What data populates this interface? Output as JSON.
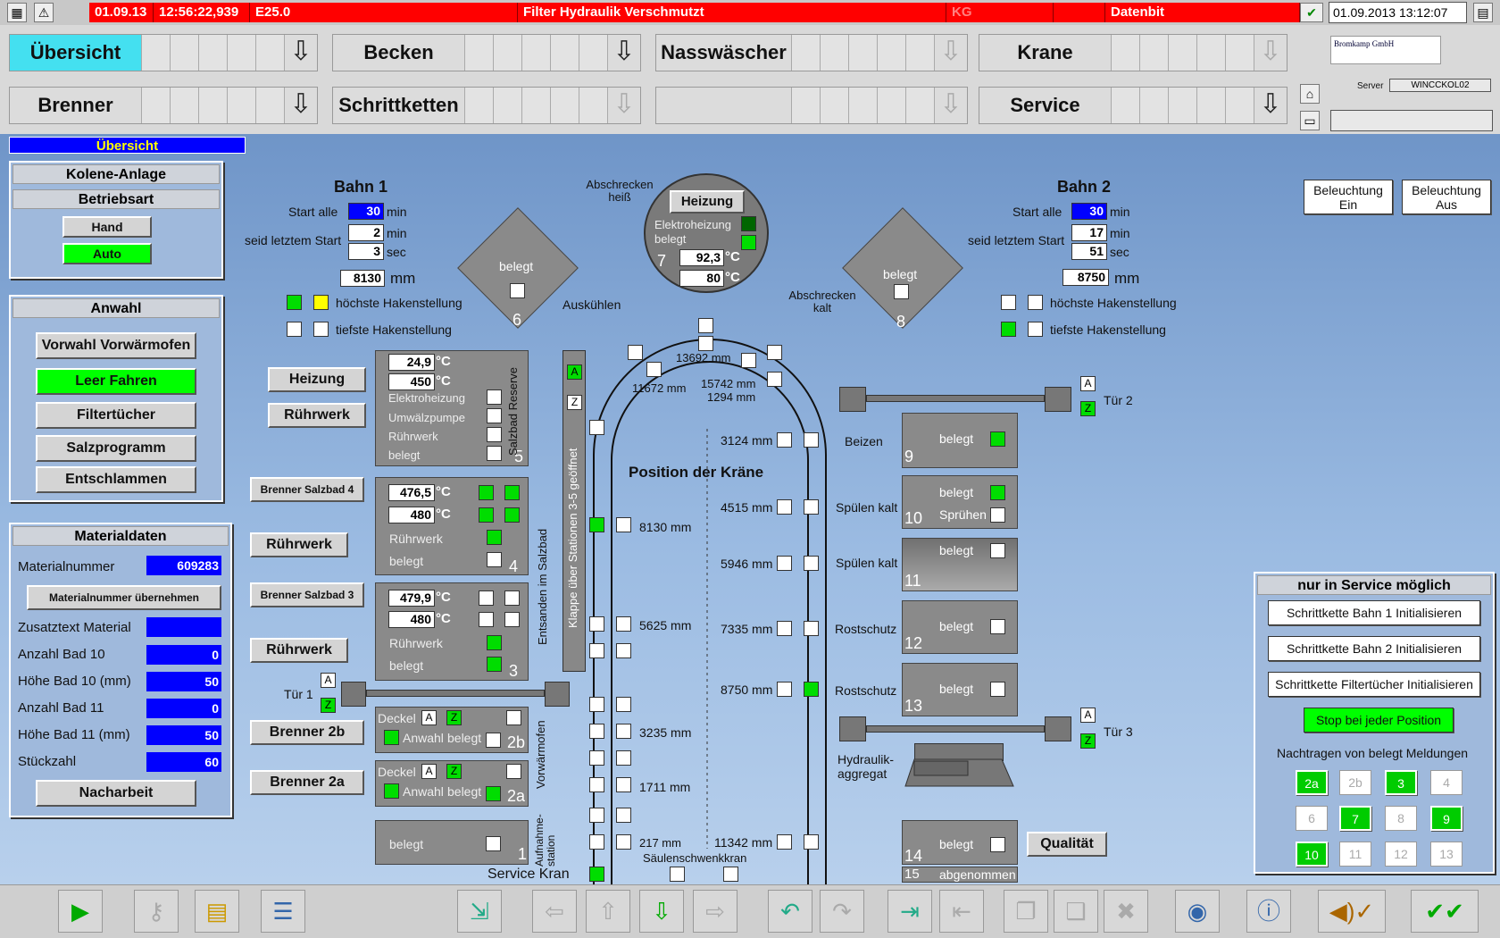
{
  "alarm": {
    "date": "01.09.13",
    "time": "12:56:22,939",
    "code": "E25.0",
    "message": "Filter Hydraulik Verschmutzt",
    "kg": "KG",
    "datenbit": "Datenbit"
  },
  "clock": "01.09.2013 13:12:07",
  "nav": {
    "row1": [
      {
        "label": "Übersicht",
        "active": true
      },
      {
        "label": "Becken"
      },
      {
        "label": "Nasswäscher"
      },
      {
        "label": "Krane"
      }
    ],
    "row2": [
      {
        "label": "Brenner"
      },
      {
        "label": "Schrittketten"
      },
      {
        "label": ""
      },
      {
        "label": "Service"
      }
    ]
  },
  "logo": "Bromkamp GmbH",
  "server": {
    "label": "Server",
    "value": "WINCCKOL02"
  },
  "breadcrumb": "Übersicht",
  "kolene": {
    "title": "Kolene-Anlage",
    "betriebsart": "Betriebsart",
    "hand": "Hand",
    "auto": "Auto"
  },
  "anwahl": {
    "title": "Anwahl",
    "items": [
      "Vorwahl Vorwärmofen",
      "Leer Fahren",
      "Filtertücher",
      "Salzprogramm",
      "Entschlammen"
    ]
  },
  "material": {
    "title": "Materialdaten",
    "materialnummer_label": "Materialnummer",
    "materialnummer": "609283",
    "uebernehmen": "Materialnummer übernehmen",
    "zusatz_label": "Zusatztext Material",
    "zusatz": "",
    "anzahl10_label": "Anzahl Bad 10",
    "anzahl10": "0",
    "hoehe10_label": "Höhe Bad 10 (mm)",
    "hoehe10": "50",
    "anzahl11_label": "Anzahl Bad 11",
    "anzahl11": "0",
    "hoehe11_label": "Höhe Bad 11 (mm)",
    "hoehe11": "50",
    "stueck_label": "Stückzahl",
    "stueck": "60",
    "nacharbeit": "Nacharbeit"
  },
  "bahn1": {
    "title": "Bahn 1",
    "start_alle": "Start alle",
    "start_val": "30",
    "min": "min",
    "seid": "seid letztem Start",
    "seid_min": "2",
    "seid_sec": "3",
    "sec": "sec",
    "mm_val": "8130",
    "mm": "mm",
    "hoechste": "höchste Hakenstellung",
    "tiefste": "tiefste Hakenstellung"
  },
  "bahn2": {
    "title": "Bahn 2",
    "start_alle": "Start alle",
    "start_val": "30",
    "min": "min",
    "seid": "seid letztem Start",
    "seid_min": "17",
    "seid_sec": "51",
    "sec": "sec",
    "mm_val": "8750",
    "mm": "mm",
    "hoechste": "höchste Hakenstellung",
    "tiefste": "tiefste Hakenstellung"
  },
  "beleuchtung": {
    "ein": "Beleuchtung Ein",
    "aus": "Beleuchtung Aus"
  },
  "st6": {
    "label": "belegt",
    "num": "6",
    "side": "Auskühlen"
  },
  "st8": {
    "label": "belegt",
    "num": "8",
    "side": "Abschrecken kalt"
  },
  "st7": {
    "title": "Abschrecken heiß",
    "heizung": "Heizung",
    "elektro": "Elektroheizung",
    "belegt": "belegt",
    "num": "7",
    "t1": "92,3",
    "t2": "80",
    "unit": "°C"
  },
  "left_btns": {
    "heizung": "Heizung",
    "ruehrwerk1": "Rührwerk",
    "brenner4": "Brenner Salzbad 4",
    "ruehrwerk2": "Rührwerk",
    "brenner3": "Brenner Salzbad 3",
    "ruehrwerk3": "Rührwerk",
    "brenner2b": "Brenner 2b",
    "brenner2a": "Brenner 2a"
  },
  "st5": {
    "t1": "24,9",
    "t2": "450",
    "unit": "°C",
    "elektro": "Elektroheizung",
    "umwaelz": "Umwälzpumpe",
    "ruehr": "Rührwerk",
    "belegt": "belegt",
    "num": "5"
  },
  "st4": {
    "t1": "476,5",
    "t2": "480",
    "unit": "°C",
    "ruehr": "Rührwerk",
    "belegt": "belegt",
    "num": "4"
  },
  "st3": {
    "t1": "479,9",
    "t2": "480",
    "unit": "°C",
    "ruehr": "Rührwerk",
    "belegt": "belegt",
    "num": "3"
  },
  "st2b": {
    "deckel": "Deckel",
    "a": "A",
    "z": "Z",
    "anwahl": "Anwahl",
    "belegt": "belegt",
    "num": "2b"
  },
  "st2a": {
    "deckel": "Deckel",
    "a": "A",
    "z": "Z",
    "anwahl": "Anwahl",
    "belegt": "belegt",
    "num": "2a"
  },
  "st1": {
    "belegt": "belegt",
    "num": "1"
  },
  "vertical": {
    "salzbad": "Salzbad Reserve",
    "entsanden": "Entsanden im Salzbad",
    "klappe": "Klappe über Stationen 3-5 geöffnet",
    "vorwaerm": "Vorwärmofen",
    "aufnahme": "Aufnahme-station"
  },
  "tuer1": {
    "label": "Tür 1",
    "a": "A",
    "z": "Z"
  },
  "tuer2": {
    "label": "Tür 2",
    "a": "A",
    "z": "Z"
  },
  "tuer3": {
    "label": "Tür 3",
    "a": "A",
    "z": "Z"
  },
  "service_kran": "Service Kran",
  "saeulen": "Säulenschwenkkran",
  "position": "Position der Kräne",
  "mm": {
    "m11672": "11672 mm",
    "m13692": "13692 mm",
    "m15742": "15742 mm",
    "m1294": "1294 mm",
    "m3124": "3124 mm",
    "m8130": "8130 mm",
    "m4515": "4515 mm",
    "m5946": "5946 mm",
    "m5625": "5625 mm",
    "m7335": "7335 mm",
    "m8750": "8750 mm",
    "m3235": "3235 mm",
    "m1711": "1711 mm",
    "m217": "217 mm",
    "m11342": "11342 mm"
  },
  "right_st": {
    "beizen": "Beizen",
    "spuelen1": "Spülen kalt",
    "spuelen2": "Spülen kalt",
    "rost1": "Rostschutz",
    "rost2": "Rostschutz",
    "belegt": "belegt",
    "spruehen": "Sprühen",
    "hydraulik": "Hydraulik-aggregat",
    "abgenommen": "abgenommen",
    "qualitaet": "Qualität"
  },
  "service": {
    "title": "nur in Service möglich",
    "b1": "Schrittkette Bahn 1 Initialisieren",
    "b2": "Schrittkette Bahn 2 Initialisieren",
    "b3": "Schrittkette Filtertücher Initialisieren",
    "stop": "Stop bei jeder Position",
    "nachtragen": "Nachtragen von belegt Meldungen",
    "cells": [
      {
        "t": "2a",
        "on": true
      },
      {
        "t": "2b",
        "on": false
      },
      {
        "t": "3",
        "on": true
      },
      {
        "t": "4",
        "on": false
      },
      {
        "t": "6",
        "on": false
      },
      {
        "t": "7",
        "on": true
      },
      {
        "t": "8",
        "on": false
      },
      {
        "t": "9",
        "on": true
      },
      {
        "t": "10",
        "on": true
      },
      {
        "t": "11",
        "on": false
      },
      {
        "t": "12",
        "on": false
      },
      {
        "t": "13",
        "on": false
      }
    ]
  },
  "colors": {
    "alarm": "#ff0000",
    "active_nav": "#44e0f0",
    "green": "#00ff00",
    "blue": "#0000ff"
  }
}
